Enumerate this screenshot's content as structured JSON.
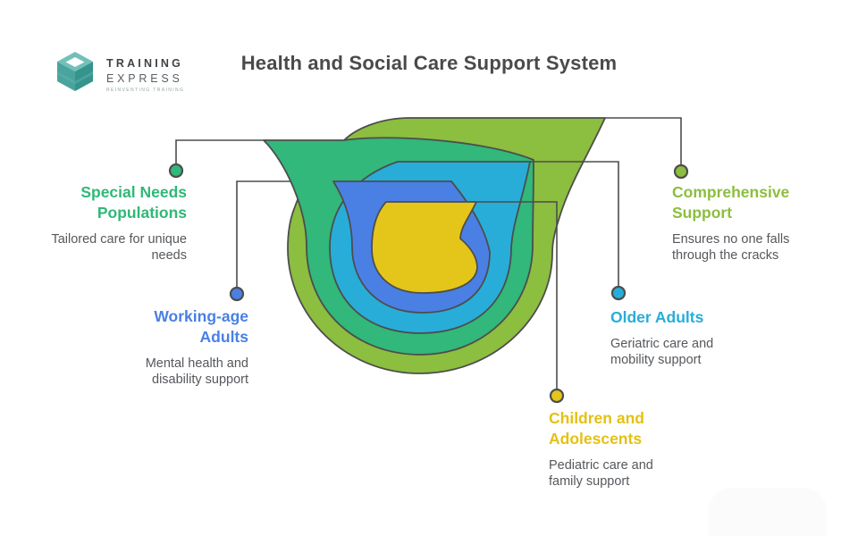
{
  "logo": {
    "brand_line1": "TRAINING",
    "brand_line2": "EXPRESS",
    "tagline": "REINVENTING TRAINING"
  },
  "title": "Health and Social Care Support System",
  "colors": {
    "olive": "#8CBE3F",
    "emerald": "#31B87A",
    "cyan": "#28ADD9",
    "blue": "#4A80E4",
    "yellow": "#E4C61A",
    "outline": "#4D4D4D",
    "title_text": "#4A4A4A",
    "body_text": "#55585C"
  },
  "diagram": {
    "type": "nested-funnel-layers",
    "layers": [
      {
        "label": "Comprehensive Support",
        "color": "#8CBE3F",
        "position": "outermost"
      },
      {
        "label": "Special Needs Populations",
        "color": "#31B87A",
        "position": "second"
      },
      {
        "label": "Older Adults",
        "color": "#28ADD9",
        "position": "third"
      },
      {
        "label": "Working-age Adults",
        "color": "#4A80E4",
        "position": "fourth"
      },
      {
        "label": "Children and Adolescents",
        "color": "#E4C61A",
        "position": "innermost"
      }
    ]
  },
  "callouts": {
    "special_needs": {
      "title_line1": "Special Needs",
      "title_line2": "Populations",
      "desc_line1": "Tailored care for unique",
      "desc_line2": "needs",
      "color": "#2FB876"
    },
    "working_age": {
      "title_line1": "Working-age",
      "title_line2": "Adults",
      "desc_line1": "Mental health and",
      "desc_line2": "disability support",
      "color": "#4A80E4"
    },
    "comprehensive": {
      "title_line1": "Comprehensive",
      "title_line2": "Support",
      "desc_line1": "Ensures no one falls",
      "desc_line2": "through the cracks",
      "color": "#8CBE3F"
    },
    "older_adults": {
      "title_line1": "Older Adults",
      "title_line2": "",
      "desc_line1": "Geriatric care and",
      "desc_line2": "mobility support",
      "color": "#28ADD9"
    },
    "children": {
      "title_line1": "Children and",
      "title_line2": "Adolescents",
      "desc_line1": "Pediatric care and",
      "desc_line2": "family support",
      "color": "#E4C114"
    }
  }
}
